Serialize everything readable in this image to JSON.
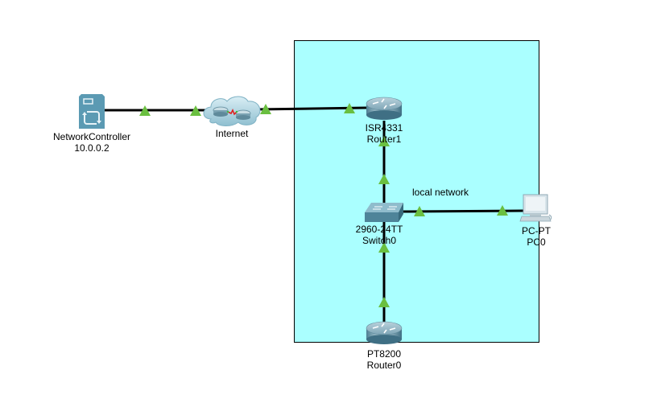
{
  "area": {
    "label": "local network",
    "fill": "#aaffff",
    "border": "#000000"
  },
  "link_color": "#000000",
  "status_color": "#6abf40",
  "devices": {
    "controller": {
      "line1": "NetworkController",
      "line2": "10.0.0.2",
      "icon": "network-controller-icon"
    },
    "internet": {
      "line1": "Internet",
      "icon": "cloud-icon"
    },
    "router1": {
      "line1": "ISR4331",
      "line2": "Router1",
      "icon": "router-icon"
    },
    "switch0": {
      "line1": "2960-24TT",
      "line2": "Switch0",
      "icon": "switch-icon"
    },
    "pc0": {
      "line1": "PC-PT",
      "line2": "PC0",
      "icon": "pc-icon"
    },
    "router0": {
      "line1": "PT8200",
      "line2": "Router0",
      "icon": "router-icon"
    }
  }
}
